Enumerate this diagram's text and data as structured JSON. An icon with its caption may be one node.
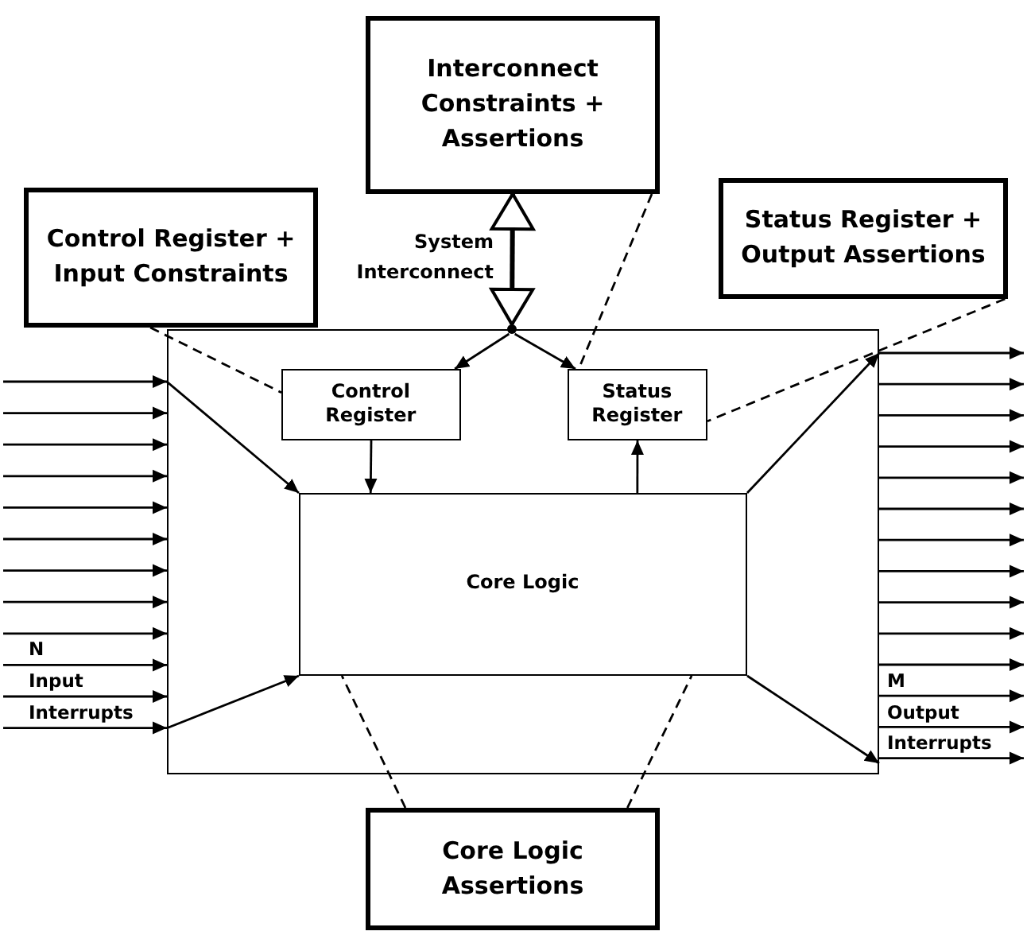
{
  "diagram": {
    "nodes": [
      {
        "text": [
          "Control Register + Input Constraints"
        ]
      },
      {
        "text": [
          "Interconnect Constraints + Assertions"
        ]
      },
      {
        "text": [
          "Status Register + Output Assertions"
        ]
      },
      {
        "text": [],
        "shape": "box"
      },
      {
        "text": [
          "Control Register"
        ],
        "in": 3
      },
      {
        "text": [
          "Status Register"
        ],
        "in": 3
      },
      {
        "text": [
          "Core Logic"
        ],
        "in": 3
      },
      {
        "text": [
          "Core Logic Assertions"
        ]
      },
      {
        "text": [],
        "shape": "point"
      }
    ],
    "edges": [
      {
        "from": 1,
        "to": 8,
        "arrow": "both",
        "style": "thick",
        "label": "System Interconnect"
      },
      {
        "from": 8,
        "to": 4,
        "arrow": "to"
      },
      {
        "from": 8,
        "to": 5,
        "arrow": "to"
      },
      {
        "from": 0,
        "to": 4,
        "arrow": "none",
        "style": "dashed"
      },
      {
        "from": 1,
        "to": 5,
        "arrow": "none",
        "style": "dashed"
      },
      {
        "from": 2,
        "to": 5,
        "arrow": "none",
        "style": "dashed"
      },
      {
        "from": 4,
        "to": 6,
        "arrow": "to"
      },
      {
        "from": 6,
        "to": 5,
        "arrow": "to"
      },
      {
        "from": 7,
        "to": 6,
        "arrow": "none",
        "style": "dashed"
      },
      {
        "from": 7,
        "to": 6,
        "arrow": "none",
        "style": "dashed"
      },
      {
        "from": 3,
        "to": 6,
        "arrow": "to"
      },
      {
        "from": 3,
        "to": 6,
        "arrow": "to"
      },
      {
        "from": 6,
        "to": 3,
        "arrow": "to"
      },
      {
        "from": 6,
        "to": 3,
        "arrow": "to"
      },
      {
        "from": null,
        "to": 3,
        "arrow": "to"
      },
      {
        "from": null,
        "to": 3,
        "arrow": "to"
      },
      {
        "from": null,
        "to": 3,
        "arrow": "to"
      },
      {
        "from": null,
        "to": 3,
        "arrow": "to"
      },
      {
        "from": null,
        "to": 3,
        "arrow": "to"
      },
      {
        "from": null,
        "to": 3,
        "arrow": "to"
      },
      {
        "from": null,
        "to": 3,
        "arrow": "to"
      },
      {
        "from": null,
        "to": 3,
        "arrow": "to"
      },
      {
        "from": null,
        "to": 3,
        "arrow": "to"
      },
      {
        "from": null,
        "to": 3,
        "arrow": "to"
      },
      {
        "from": null,
        "to": 3,
        "arrow": "to"
      },
      {
        "from": null,
        "to": 3,
        "arrow": "to"
      },
      {
        "from": 3,
        "to": null,
        "arrow": "to"
      },
      {
        "from": 3,
        "to": null,
        "arrow": "to"
      },
      {
        "from": 3,
        "to": null,
        "arrow": "to"
      },
      {
        "from": 3,
        "to": null,
        "arrow": "to"
      },
      {
        "from": 3,
        "to": null,
        "arrow": "to"
      },
      {
        "from": 3,
        "to": null,
        "arrow": "to"
      },
      {
        "from": 3,
        "to": null,
        "arrow": "to"
      },
      {
        "from": 3,
        "to": null,
        "arrow": "to"
      },
      {
        "from": 3,
        "to": null,
        "arrow": "to"
      },
      {
        "from": 3,
        "to": null,
        "arrow": "to"
      },
      {
        "from": 3,
        "to": null,
        "arrow": "to"
      },
      {
        "from": 3,
        "to": null,
        "arrow": "to"
      },
      {
        "from": 3,
        "to": null,
        "arrow": "to"
      },
      {
        "from": 3,
        "to": null,
        "arrow": "to"
      }
    ],
    "labels": [
      "N Input Interrupts",
      "M Output Interrupts"
    ]
  }
}
